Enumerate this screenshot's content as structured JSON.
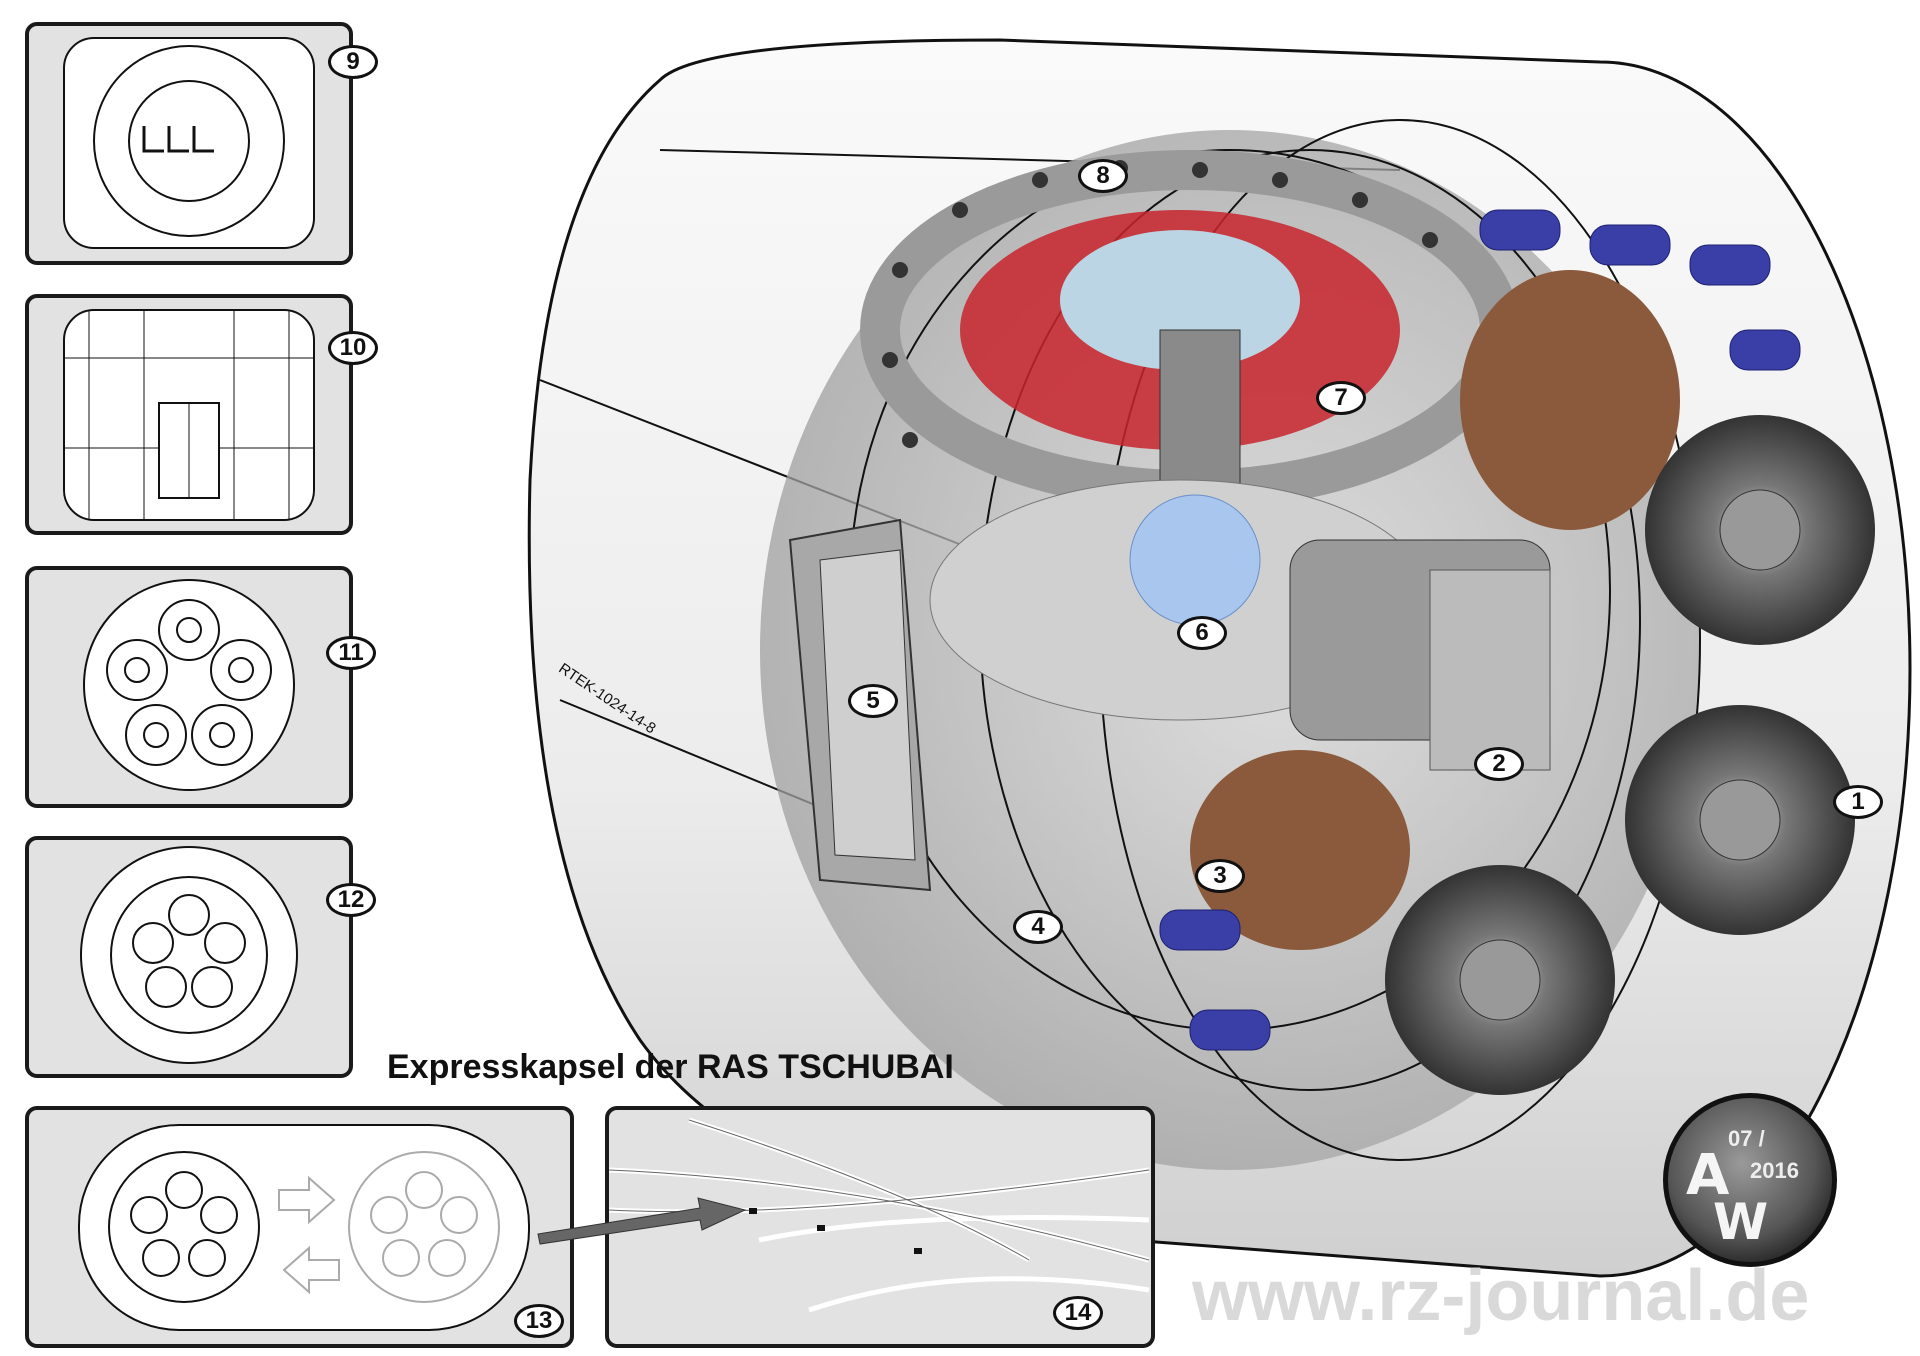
{
  "title": "Expresskapsel der RAS TSCHUBAI",
  "serial_marking": "RTEK-1024-14-8",
  "watermark": "www.rz-journal.de",
  "logo": {
    "initials": "AW",
    "date_line1": "07 /",
    "date_line2": "2016"
  },
  "callouts": [
    "1",
    "2",
    "3",
    "4",
    "5",
    "6",
    "7",
    "8",
    "9",
    "10",
    "11",
    "12",
    "13",
    "14"
  ],
  "colors": {
    "panel_bg": "#e2e2e2",
    "outline": "#1a1a1a",
    "accent_red": "#c8232c",
    "coil_blue": "#3a3fa8",
    "copper": "#a0522d"
  }
}
